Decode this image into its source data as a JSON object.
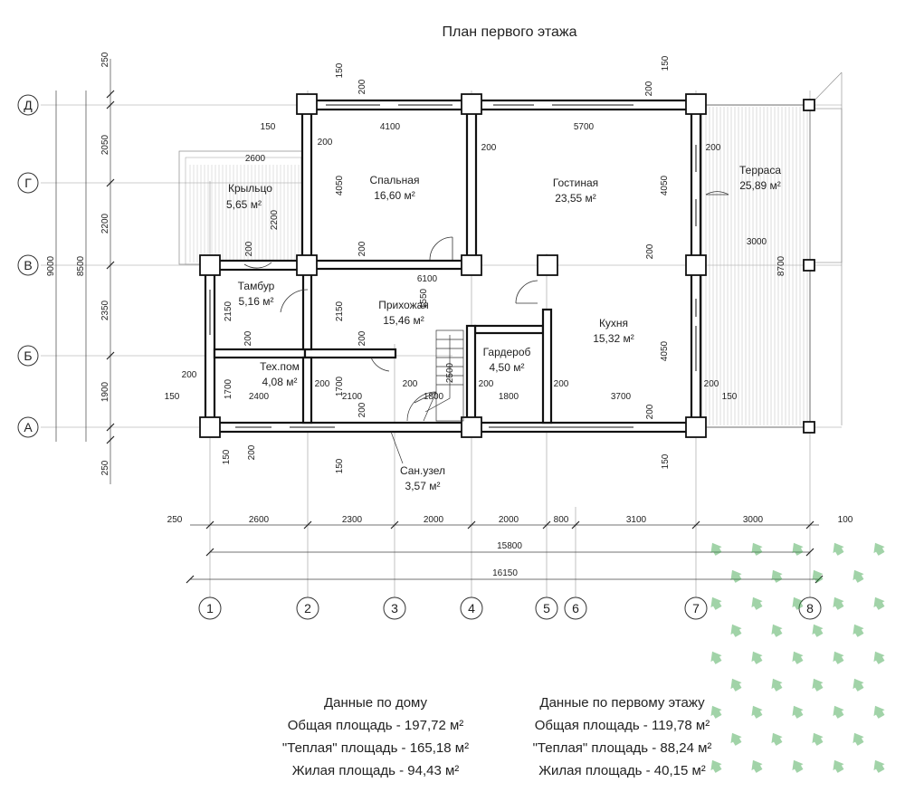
{
  "title": "План первого этажа",
  "axes": {
    "rows": [
      "Д",
      "Г",
      "В",
      "Б",
      "А"
    ],
    "cols": [
      "1",
      "2",
      "3",
      "4",
      "5",
      "6",
      "7",
      "8"
    ]
  },
  "rooms": [
    {
      "id": "krylco",
      "name": "Крыльцо",
      "area": "5,65 м²"
    },
    {
      "id": "spalnaya",
      "name": "Спальная",
      "area": "16,60 м²"
    },
    {
      "id": "gostinaya",
      "name": "Гостиная",
      "area": "23,55 м²"
    },
    {
      "id": "terrasa",
      "name": "Терраса",
      "area": "25,89 м²"
    },
    {
      "id": "tambur",
      "name": "Тамбур",
      "area": "5,16 м²"
    },
    {
      "id": "prihozhaya",
      "name": "Прихожая",
      "area": "15,46 м²"
    },
    {
      "id": "kuhnya",
      "name": "Кухня",
      "area": "15,32 м²"
    },
    {
      "id": "garderob",
      "name": "Гардероб",
      "area": "4,50 м²"
    },
    {
      "id": "tehpom",
      "name": "Тех.пом",
      "area": "4,08 м²"
    },
    {
      "id": "sanuzel",
      "name": "Сан.узел",
      "area": "3,57 м²"
    }
  ],
  "dims": {
    "left_outer": [
      "250",
      "2050",
      "2200",
      "2350",
      "1900",
      "250"
    ],
    "left_total1": "9000",
    "left_total2": "8500",
    "bottom_row1": [
      "250",
      "2600",
      "2300",
      "2000",
      "2000",
      "800",
      "3100",
      "3000",
      "100"
    ],
    "bottom_total1": "15800",
    "bottom_total2": "16150",
    "inner": {
      "d150a": "150",
      "d200a": "200",
      "d150b": "150",
      "d200b": "200",
      "d4100": "4100",
      "d5700": "5700",
      "d150c": "150",
      "d2600": "2600",
      "d200c": "200",
      "d200d": "200",
      "d4050a": "4050",
      "d2200": "2200",
      "d200e": "200",
      "d200f": "200",
      "d4050b": "4050",
      "d200g": "200",
      "d3000": "3000",
      "d200h": "200",
      "d6100": "6100",
      "d8700": "8700",
      "d1550": "1550",
      "d2150a": "2150",
      "d2150b": "2150",
      "d200i": "200",
      "d4050c": "4050",
      "d200j": "200",
      "d200k": "200",
      "d1700a": "1700",
      "d200l": "200",
      "d1700b": "1700",
      "d200m": "200",
      "d2500": "2500",
      "d200n": "200",
      "d200o": "200",
      "d200p": "200",
      "d150d": "150",
      "d2400": "2400",
      "d2100": "2100",
      "d200q": "200",
      "d1800a": "1800",
      "d1800b": "1800",
      "d3700": "3700",
      "d200r": "200",
      "d150e": "150",
      "d150f": "150",
      "d200s": "200",
      "d150g": "150",
      "d150h": "150"
    }
  },
  "summary": {
    "house": {
      "header": "Данные по дому",
      "total": "Общая площадь - 197,72 м²",
      "warm": "\"Теплая\" площадь - 165,18 м²",
      "living": "Жилая площадь - 94,43 м²"
    },
    "floor": {
      "header": "Данные по первому этажу",
      "total": "Общая площадь - 119,78 м²",
      "warm": "\"Теплая\" площадь - 88,24 м²",
      "living": "Жилая площадь - 40,15 м²"
    }
  },
  "watermark_icon": "house-logo-icon",
  "colors": {
    "ink": "#222222",
    "watermark": "#2e9e3e"
  }
}
